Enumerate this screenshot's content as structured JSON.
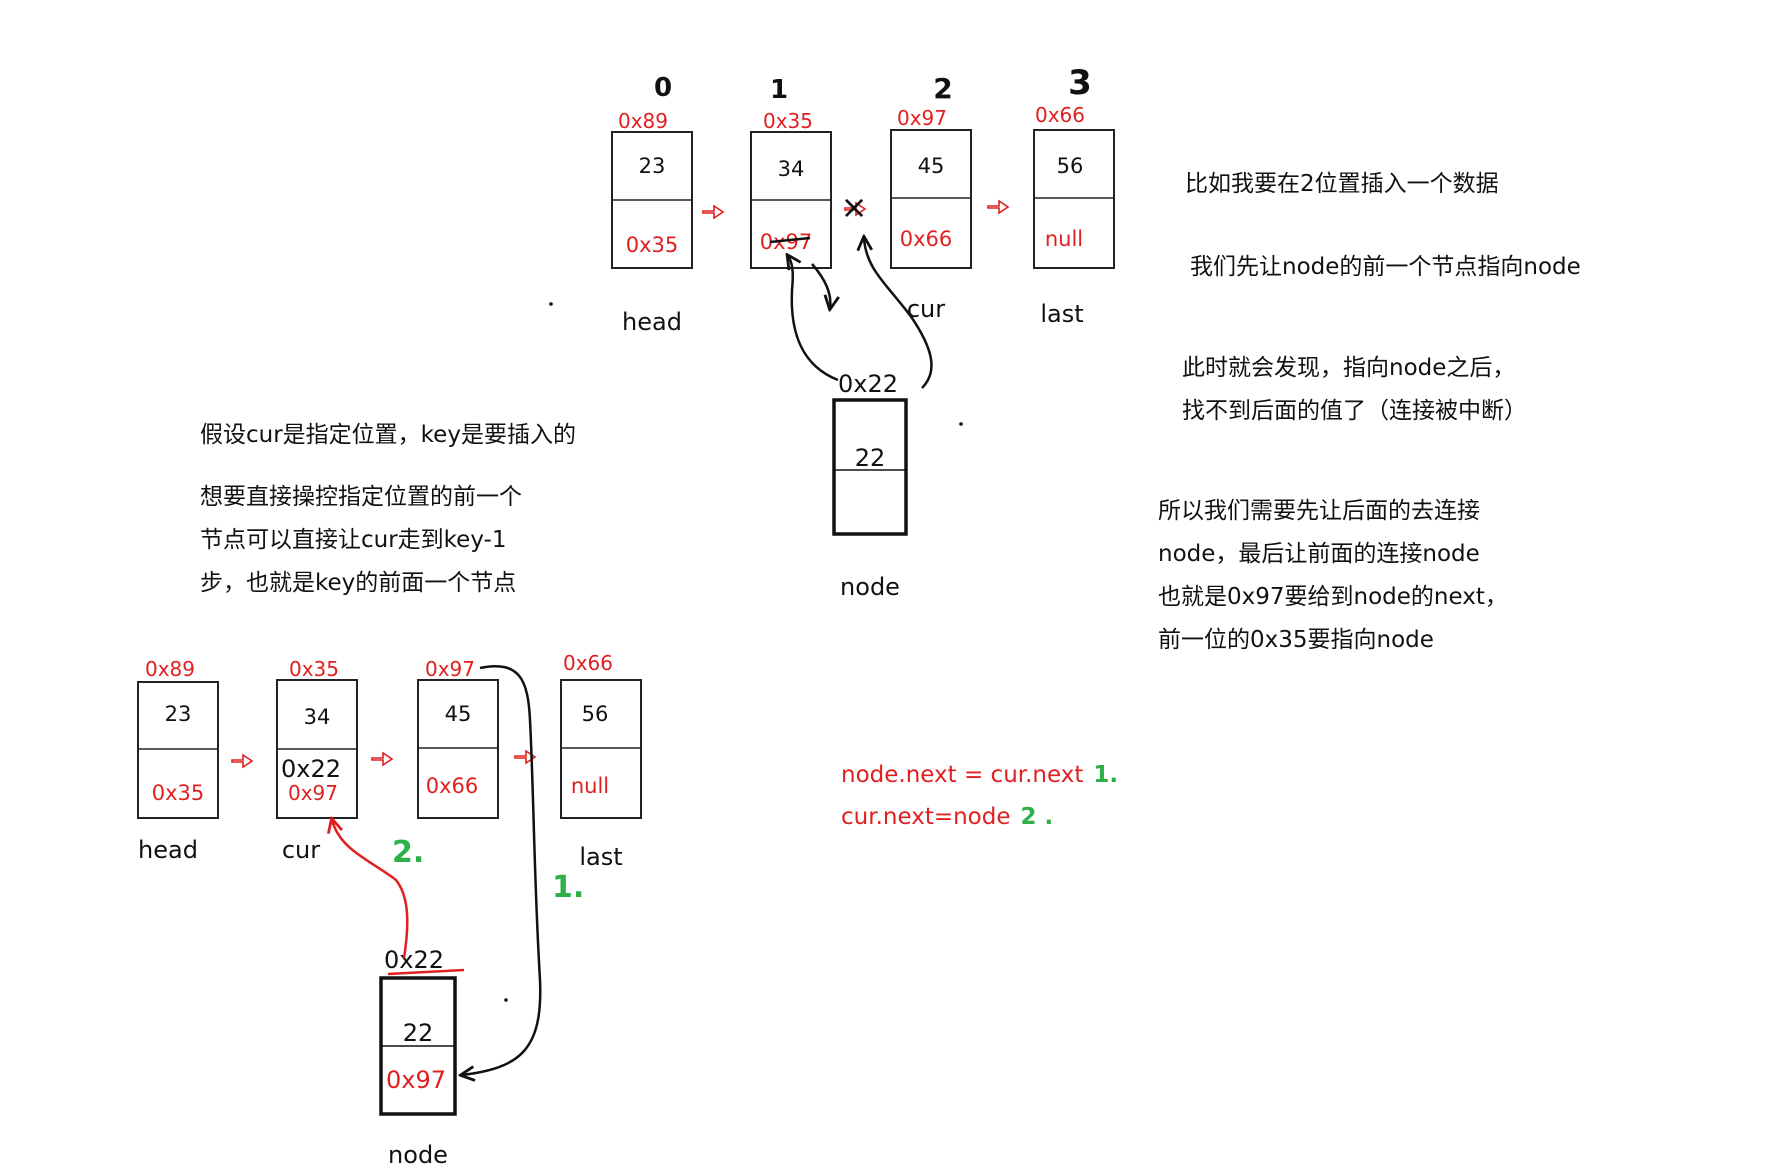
{
  "colors": {
    "red": "#e02020",
    "green": "#2db04a",
    "black": "#111111"
  },
  "top_diagram": {
    "indices": [
      "0",
      "1",
      "2",
      "3"
    ],
    "nodes": [
      {
        "address": "0x89",
        "value": "23",
        "next": "0x35",
        "label": "head"
      },
      {
        "address": "0x35",
        "value": "34",
        "next": "0x97",
        "label": ""
      },
      {
        "address": "0x97",
        "value": "45",
        "next": "0x66",
        "label": "cur"
      },
      {
        "address": "0x66",
        "value": "56",
        "next": "null",
        "label": "last"
      }
    ],
    "new_node": {
      "address": "0x22",
      "value": "22",
      "next": "",
      "label": "node"
    },
    "break_mark": "×"
  },
  "bottom_diagram": {
    "nodes": [
      {
        "address": "0x89",
        "value": "23",
        "next": "0x35",
        "label": "head"
      },
      {
        "address": "0x35",
        "value": "34",
        "next": "0x97",
        "next_new": "0x22",
        "label": "cur"
      },
      {
        "address": "0x97",
        "value": "45",
        "next": "0x66",
        "label": ""
      },
      {
        "address": "0x66",
        "value": "56",
        "next": "null",
        "label": "last"
      }
    ],
    "new_node": {
      "address": "0x22",
      "value": "22",
      "next": "0x97",
      "label": "node"
    },
    "step_marks": [
      "1.",
      "2."
    ]
  },
  "notes_right": [
    "比如我要在2位置插入一个数据",
    "我们先让node的前一个节点指向node",
    "此时就会发现，指向node之后，",
    "找不到后面的值了（连接被中断）",
    "所以我们需要先让后面的去连接",
    "node，最后让前面的连接node",
    "也就是0x97要给到node的next，",
    "前一位的0x35要指向node"
  ],
  "notes_left": [
    "假设cur是指定位置，key是要插入的",
    "想要直接操控指定位置的前一个",
    "节点可以直接让cur走到key-1",
    "步，也就是key的前面一个节点"
  ],
  "code": [
    {
      "text": "node.next = cur.next",
      "mark": "1."
    },
    {
      "text": "cur.next=node",
      "mark": "2 ."
    }
  ]
}
